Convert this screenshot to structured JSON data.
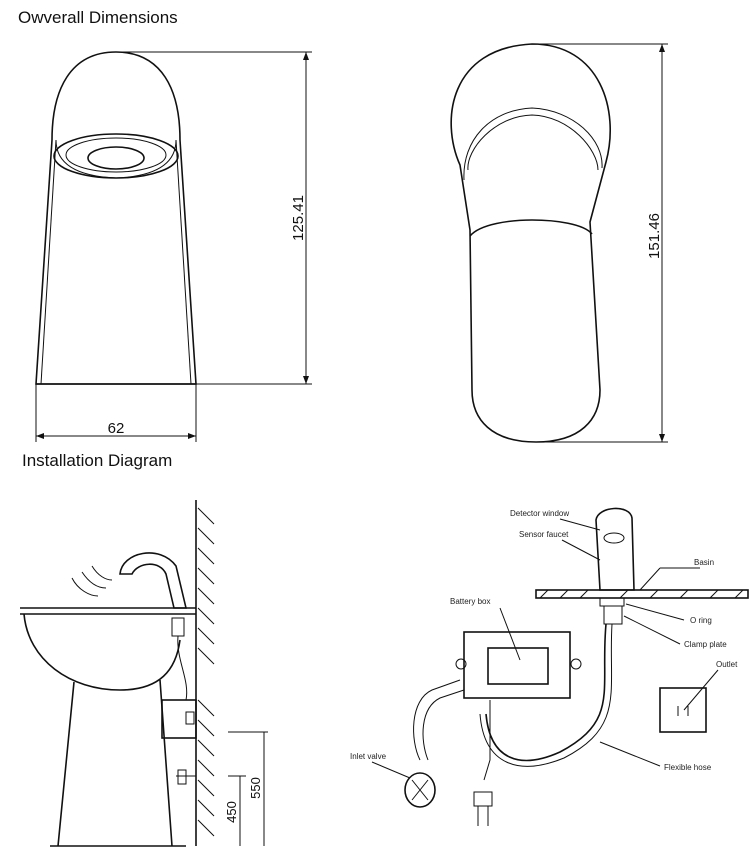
{
  "titles": {
    "overall": "Owverall Dimensions",
    "installation": "Installation Diagram"
  },
  "dimensions": {
    "front_height": "125.41",
    "base_width": "62",
    "side_height": "151.46"
  },
  "installation": {
    "height_upper": "550",
    "height_lower": "450"
  },
  "labels": {
    "detector_window": "Detector window",
    "sensor_faucet": "Sensor faucet",
    "basin": "Basin",
    "battery_box": "Battery box",
    "o_ring": "O ring",
    "clamp_plate": "Clamp plate",
    "outlet": "Outlet",
    "inlet_valve": "Inlet valve",
    "flexible_hose": "Flexible hose"
  }
}
